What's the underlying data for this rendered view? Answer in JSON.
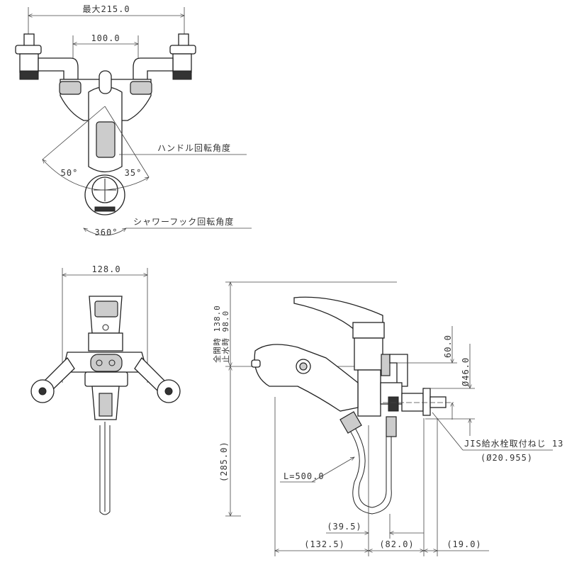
{
  "top_view": {
    "max_width": "最大215.0",
    "pitch": "100.0",
    "handle_rotation_label": "ハンドル回転角度",
    "angle_left": "50°",
    "angle_right": "35°",
    "hook_rotation_angle": "360°",
    "hook_rotation_label": "シャワーフック回転角度"
  },
  "front_view": {
    "width": "128.0"
  },
  "side_view": {
    "height_open": "全開時 138.0",
    "height_closed": "止水時  98.0",
    "height_total": "(285.0)",
    "dim_60": "60.0",
    "dim_46": "Ø46.0",
    "thread_label": "JIS給水栓取付ねじ 13",
    "thread_dia": "(Ø20.955)",
    "hose_length": "L=500.0",
    "dim_39_5": "(39.5)",
    "dim_132_5": "(132.5)",
    "dim_82": "(82.0)",
    "dim_19": "(19.0)"
  }
}
